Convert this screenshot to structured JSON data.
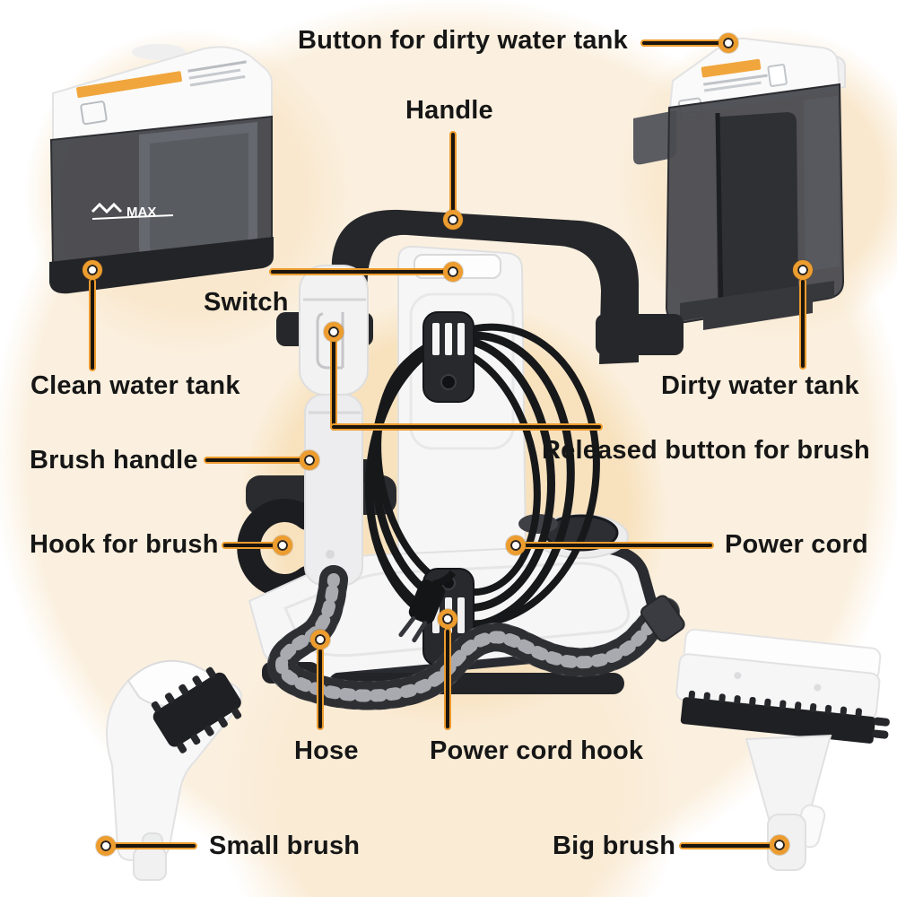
{
  "meta": {
    "description": "Annotated parts diagram of a portable spot carpet cleaner",
    "accent_orange": "#ED9C2E",
    "line_core_color": "#1b150d",
    "text_color": "#161616",
    "background_base": "#ffffff",
    "background_cream": "#FBF0DF",
    "background_peach": "#F8E2BE"
  },
  "labels": {
    "button_dirty_water_tank": "Button for dirty water tank",
    "handle": "Handle",
    "switch": "Switch",
    "clean_water_tank": "Clean water tank",
    "dirty_water_tank": "Dirty water tank",
    "brush_handle": "Brush handle",
    "released_button_for_brush": "Released button for brush",
    "hook_for_brush": "Hook for brush",
    "power_cord": "Power cord",
    "hose": "Hose",
    "power_cord_hook": "Power cord hook",
    "small_brush": "Small brush",
    "big_brush": "Big brush"
  },
  "product_markings": {
    "clean_tank_max": "MAX"
  }
}
